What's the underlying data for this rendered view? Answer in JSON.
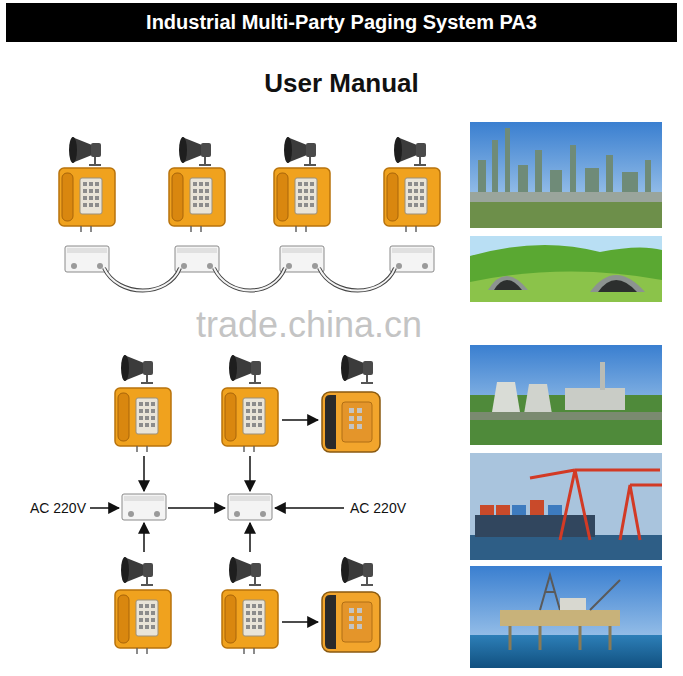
{
  "diagram": {
    "title": "Industrial Multi-Party Paging System PA3",
    "labels": [
      "User Manual",
      "trade.china.cn",
      "AC 220V",
      "AC 220V"
    ]
  }
}
